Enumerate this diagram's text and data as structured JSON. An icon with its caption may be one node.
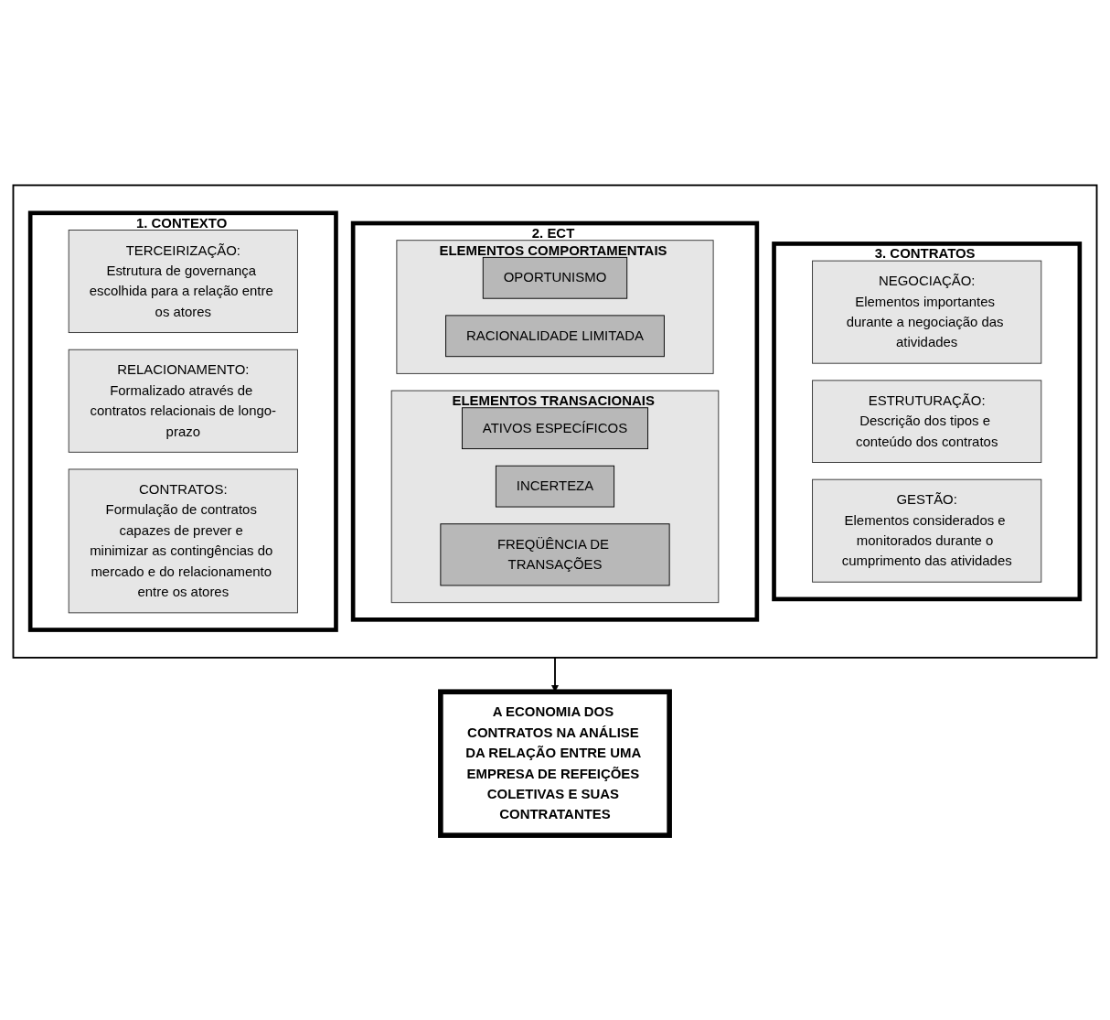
{
  "diagram": {
    "nodes": [
      {
        "text": [],
        "shape": "box"
      },
      {
        "text": [
          "1. CONTEXTO"
        ],
        "in": 0
      },
      {
        "text": [
          "TERCEIRIZAÇÃO:",
          "Estrutura de governança escolhida para a relação entre os atores"
        ],
        "in": 1
      },
      {
        "text": [
          "RELACIONAMENTO:",
          "Formalizado através de contratos relacionais de longo-prazo"
        ],
        "in": 1
      },
      {
        "text": [
          "CONTRATOS:",
          "Formulação de contratos capazes de prever e minimizar as contingências do mercado e do relacionamento entre os atores"
        ],
        "in": 1
      },
      {
        "text": [
          "2. ECT"
        ],
        "in": 0
      },
      {
        "text": [
          "ELEMENTOS COMPORTAMENTAIS"
        ],
        "in": 5
      },
      {
        "text": [
          "OPORTUNISMO"
        ],
        "in": 6
      },
      {
        "text": [
          "RACIONALIDADE LIMITADA"
        ],
        "in": 6
      },
      {
        "text": [
          "ELEMENTOS TRANSACIONAIS"
        ],
        "in": 5
      },
      {
        "text": [
          "ATIVOS ESPECÍFICOS"
        ],
        "in": 9
      },
      {
        "text": [
          "INCERTEZA"
        ],
        "in": 9
      },
      {
        "text": [
          "FREQÜÊNCIA DE TRANSAÇÕES"
        ],
        "in": 9
      },
      {
        "text": [
          "3. CONTRATOS"
        ],
        "in": 0
      },
      {
        "text": [
          "NEGOCIAÇÃO:",
          "Elementos importantes durante a negociação das atividades"
        ],
        "in": 13
      },
      {
        "text": [
          "ESTRUTURAÇÃO:",
          "Descrição dos tipos e conteúdo dos contratos"
        ],
        "in": 13
      },
      {
        "text": [
          "GESTÃO:",
          "Elementos considerados e monitorados durante o cumprimento das atividades"
        ],
        "in": 13
      },
      {
        "text": [
          "A ECONOMIA DOS CONTRATOS NA ANÁLISE DA RELAÇÃO ENTRE UMA EMPRESA DE REFEIÇÕES COLETIVAS E SUAS CONTRATANTES"
        ]
      }
    ],
    "edges": [
      {
        "from": 0,
        "to": 17,
        "arrow": "to"
      }
    ]
  }
}
